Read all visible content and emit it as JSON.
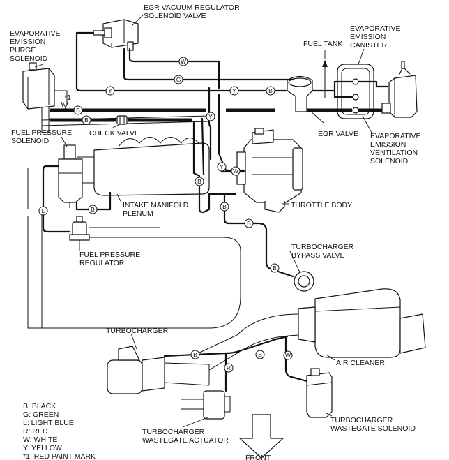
{
  "labels": {
    "egr_vacuum_regulator": [
      "EGR VACUUM REGULATOR",
      "SOLENOID VALVE"
    ],
    "evap_purge_solenoid": [
      "EVAPORATIVE",
      "EMISSION",
      "PURGE",
      "SOLENOID"
    ],
    "fuel_tank": "FUEL TANK",
    "evap_canister": [
      "EVAPORATIVE",
      "EMISSION",
      "CANISTER"
    ],
    "red_mark": "*1",
    "check_valve": "CHECK VALVE",
    "egr_valve": "EGR VALVE",
    "evap_vent_solenoid": [
      "EVAPORATIVE",
      "EMISSION",
      "VENTILATION",
      "SOLENOID"
    ],
    "fuel_pressure_solenoid": [
      "FUEL PRESSURE",
      "SOLENOID"
    ],
    "intake_manifold": [
      "INTAKE MANIFOLD",
      "PLENUM"
    ],
    "throttle_body": "THROTTLE BODY",
    "fuel_pressure_regulator": [
      "FUEL PRESSURE",
      "REGULATOR"
    ],
    "turbo_bypass_valve": [
      "TURBOCHARGER",
      "BYPASS VALVE"
    ],
    "turbocharger": "TURBOCHARGER",
    "air_cleaner": "AIR CLEANER",
    "wastegate_actuator": [
      "TURBOCHARGER",
      "WASTEGATE ACTUATOR"
    ],
    "wastegate_solenoid": [
      "TURBOCHARGER",
      "WASTEGATE SOLENOID"
    ],
    "front": "FRONT"
  },
  "legend": [
    "B: BLACK",
    "G: GREEN",
    "L: LIGHT BLUE",
    "R: RED",
    "W: WHITE",
    "Y: YELLOW",
    "*1: RED PAINT MARK"
  ],
  "hose_codes": {
    "w_top": "W",
    "g_top": "G",
    "y_left": "Y",
    "y_right": "Y",
    "b_egr": "B",
    "b_upper": "B",
    "b_lower": "B",
    "y_riser1": "Y",
    "y_riser2": "Y",
    "w_throttle": "W",
    "b_plenum_left": "B",
    "b_throttle_drop": "B",
    "b_fp_solenoid": "B",
    "l_left": "L",
    "b_bypass_horiz": "B",
    "b_bypass_vert": "B",
    "b_turbo_left": "B",
    "b_turbo_right": "B",
    "r_actuator": "R",
    "w_wastegate": "W"
  }
}
